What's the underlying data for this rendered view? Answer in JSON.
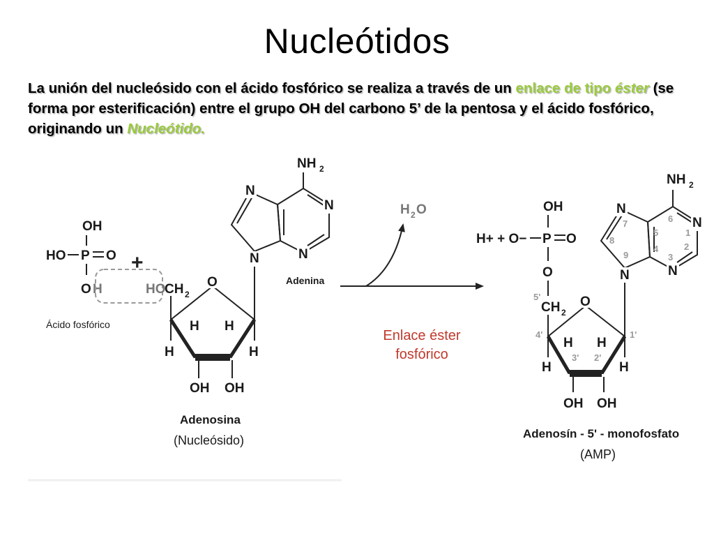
{
  "title": "Nucleótidos",
  "intro": {
    "p1": "La unión del nucleósido con el ácido fosfórico se realiza a través de un ",
    "hl1": "enlace de tipo ",
    "hl1_i": "éster",
    "p2": " (se forma por esterificación) entre el grupo OH del carbono 5’ de la pentosa y el ácido fosfórico, originando un ",
    "hl2": "Nucleótido."
  },
  "reactants": {
    "phosphoric_acid": {
      "label": "Ácido fosfórico",
      "atoms": {
        "oh_top": "OH",
        "ho_left": "HO",
        "p": "P",
        "o_right": "O",
        "o_bottom": "O",
        "h_bottom": "H"
      }
    },
    "plus": "+",
    "adenosine": {
      "ho": "HO",
      "ch2": "CH",
      "sub2": "2",
      "ring_o": "O",
      "h": "H",
      "oh": "OH",
      "n": "N",
      "nh": "NH",
      "base_label": "Adenina",
      "name": "Adenosina",
      "subname": "(Nucleósido)"
    }
  },
  "water": {
    "h": "H",
    "sub2": "2",
    "o": "O"
  },
  "ester_label": {
    "line1": "Enlace éster",
    "line2": "fosfórico"
  },
  "product": {
    "h_plus": "H+ + O−",
    "p": "P",
    "o": "O",
    "oh": "OH",
    "ch2": "CH",
    "sub2": "2",
    "h": "H",
    "n": "N",
    "nh": "NH",
    "numbers": {
      "n1": "1",
      "n2": "2",
      "n3": "3",
      "n4": "4",
      "n5": "5",
      "n6": "6",
      "n7": "7",
      "n8": "8",
      "n9": "9",
      "p1": "1'",
      "p2": "2'",
      "p3": "3'",
      "p4": "4'",
      "p5": "5'"
    },
    "name": "Adenosín - 5' - monofosfato",
    "subname": "(AMP)"
  }
}
